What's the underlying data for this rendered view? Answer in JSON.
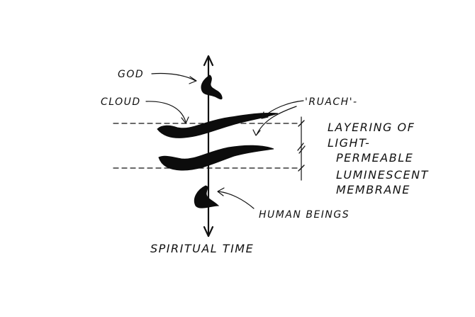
{
  "labels": {
    "god": "GOD",
    "cloud": "CLOUD",
    "ruach": "'RUACH'-",
    "layering_line1": "LAYERING OF",
    "layering_line2": "LIGHT-",
    "layering_line3": "PERMEABLE",
    "layering_line4": "LUMINESCENT",
    "layering_line5": "MEMBRANE",
    "human_beings": "HUMAN BEINGS",
    "axis": "SPIRITUAL TIME"
  },
  "colors": {
    "ink": "#111111",
    "paper": "#ffffff"
  }
}
